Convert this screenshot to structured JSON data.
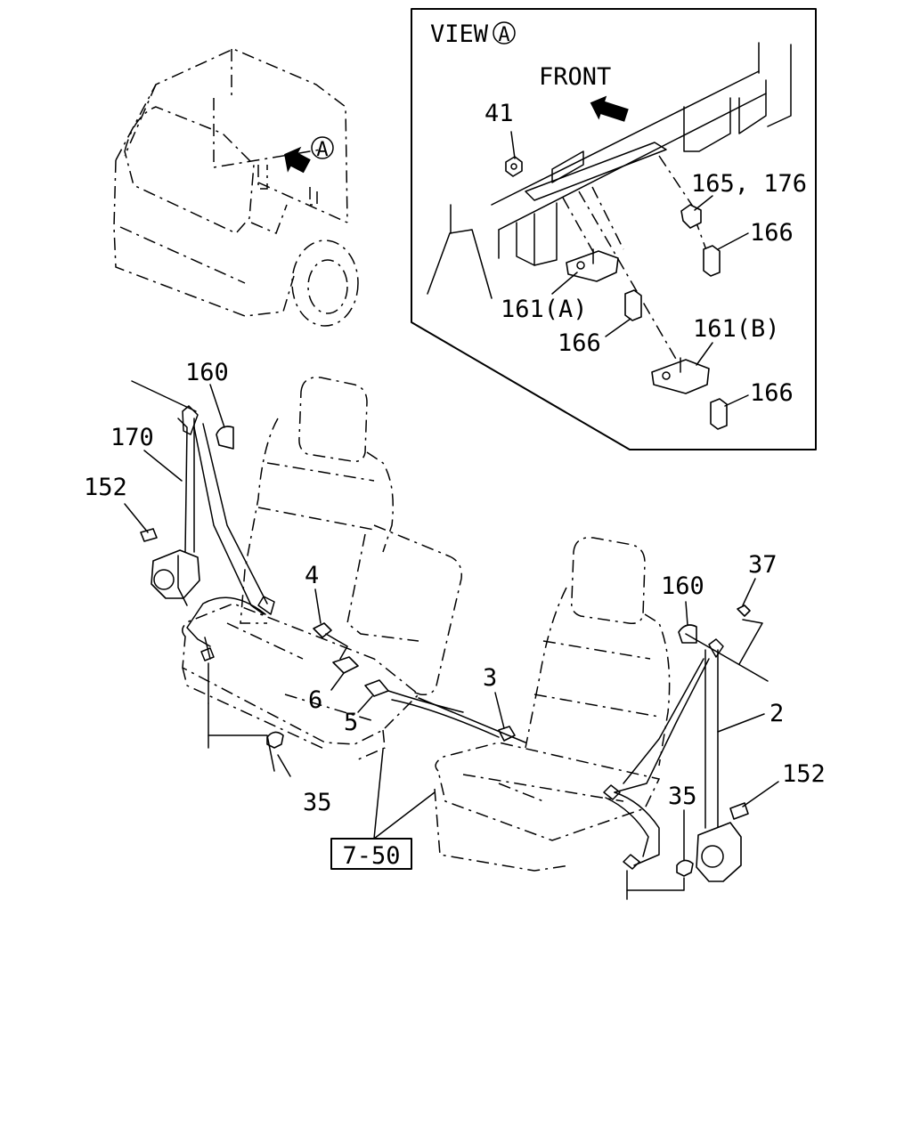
{
  "view_box": {
    "title": "VIEW",
    "title_letter": "A",
    "front_label": "FRONT"
  },
  "cab_marker": "A",
  "callouts": {
    "c41": "41",
    "c165_176": "165, 176",
    "c166_a": "166",
    "c161a": "161(A)",
    "c166_b": "166",
    "c161b": "161(B)",
    "c166_c": "166",
    "c160_left": "160",
    "c170": "170",
    "c152_left": "152",
    "c4": "4",
    "c6": "6",
    "c5": "5",
    "c3": "3",
    "c35_left": "35",
    "c160_right": "160",
    "c37": "37",
    "c2": "2",
    "c152_right": "152",
    "c35_right": "35"
  },
  "reference_box": "7-50",
  "icons": [
    "arrow-front-icon",
    "arrow-view-icon"
  ]
}
